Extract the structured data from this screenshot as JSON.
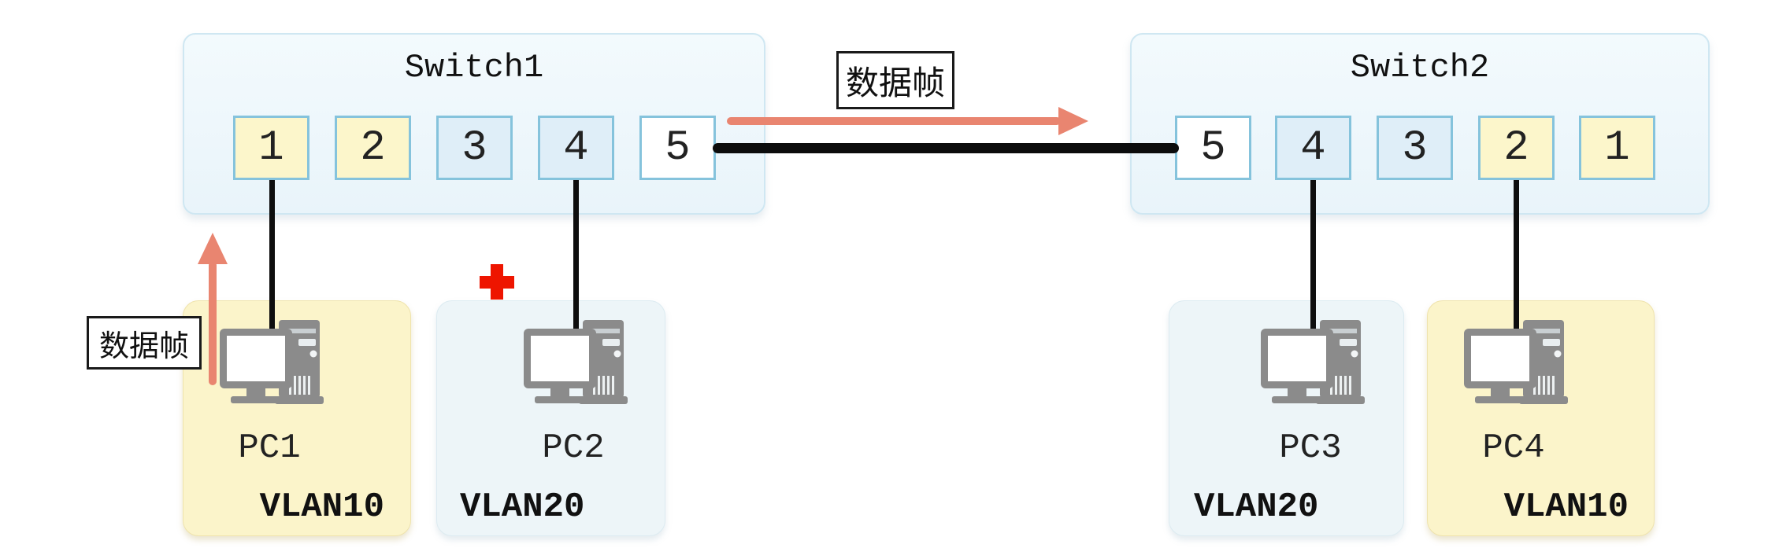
{
  "switches": [
    {
      "id": "Switch1",
      "title": "Switch1",
      "ports": [
        {
          "label": "1",
          "vlan": "VLAN10"
        },
        {
          "label": "2",
          "vlan": "VLAN10"
        },
        {
          "label": "3",
          "vlan": "VLAN20"
        },
        {
          "label": "4",
          "vlan": "VLAN20"
        },
        {
          "label": "5",
          "vlan": "trunk"
        }
      ]
    },
    {
      "id": "Switch2",
      "title": "Switch2",
      "ports": [
        {
          "label": "5",
          "vlan": "trunk"
        },
        {
          "label": "4",
          "vlan": "VLAN20"
        },
        {
          "label": "3",
          "vlan": "VLAN20"
        },
        {
          "label": "2",
          "vlan": "VLAN10"
        },
        {
          "label": "1",
          "vlan": "VLAN10"
        }
      ]
    }
  ],
  "pcs": [
    {
      "name": "PC1",
      "vlan": "VLAN10"
    },
    {
      "name": "PC2",
      "vlan": "VLAN20"
    },
    {
      "name": "PC3",
      "vlan": "VLAN20"
    },
    {
      "name": "PC4",
      "vlan": "VLAN10"
    }
  ],
  "annotations": {
    "frame_label_top": "数据帧",
    "frame_label_left": "数据帧",
    "blocked_marker": "red-plus"
  },
  "connections": [
    {
      "from": "Switch1.port1",
      "to": "PC1"
    },
    {
      "from": "Switch1.port4",
      "to": "PC2"
    },
    {
      "from": "Switch1.port5",
      "to": "Switch2.port5",
      "type": "trunk"
    },
    {
      "from": "Switch2.port4",
      "to": "PC3"
    },
    {
      "from": "Switch2.port2",
      "to": "PC4"
    }
  ],
  "colors": {
    "arrow-salmon": "#E98570",
    "blocked-red": "#EE1500",
    "port-yellow": "#FCF6CB",
    "port-blue": "#DFEEF8",
    "port-border": "#85C3DC",
    "pc-yellow": "#FBF4CA",
    "pc-blue": "#EDF5F8",
    "cable-black": "#0C0C0C"
  }
}
